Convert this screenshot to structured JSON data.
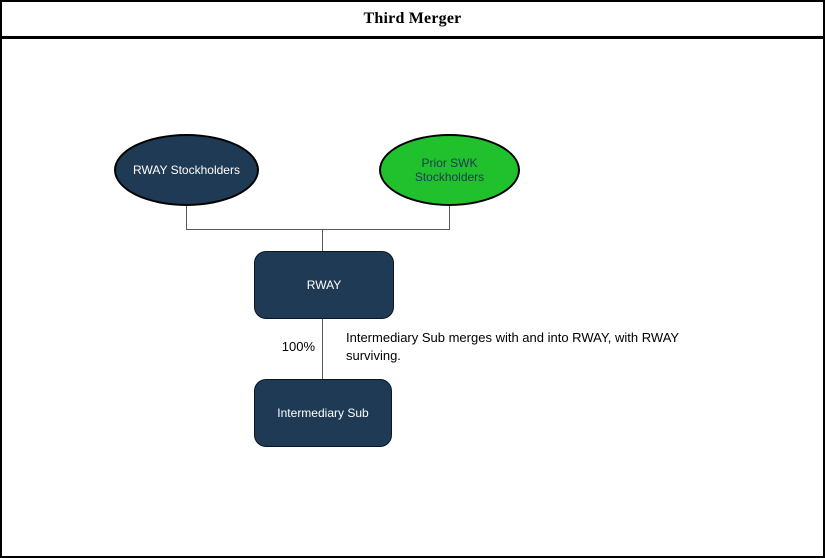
{
  "title": "Third Merger",
  "colors": {
    "navy": "#1F3A54",
    "green": "#20C12C",
    "connector": "#595959",
    "border": "#000000",
    "background": "#FFFFFF"
  },
  "diagram": {
    "nodes": [
      {
        "id": "rway-stockholders",
        "label": "RWAY Stockholders",
        "shape": "ellipse",
        "fill": "#1F3A54",
        "text_color": "#FFFFFF"
      },
      {
        "id": "prior-swk-stockholders",
        "label": "Prior SWK Stockholders",
        "shape": "ellipse",
        "fill": "#20C12C",
        "text_color": "#1F3A54"
      },
      {
        "id": "rway",
        "label": "RWAY",
        "shape": "rounded-rect",
        "fill": "#1F3A54",
        "text_color": "#FFFFFF"
      },
      {
        "id": "intermediary-sub",
        "label": "Intermediary Sub",
        "shape": "rounded-rect",
        "fill": "#1F3A54",
        "text_color": "#FFFFFF"
      }
    ],
    "edge_label": "100%",
    "annotation": "Intermediary Sub merges with and into RWAY, with RWAY surviving."
  }
}
